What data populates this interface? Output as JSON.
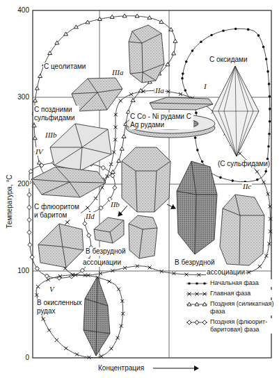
{
  "diagram": {
    "labels": [
      "400",
      "С цеолитами",
      "IIIa",
      "С оксидами",
      "IIa",
      "I",
      "300",
      "С поздними сульфидами",
      "С Co - Ni рудами С Ag рудами",
      "IIIb",
      "IV",
      "(С сульфидами)",
      "200",
      "С флюоритом и баритом",
      "IIb",
      "IIc",
      "IId",
      "В безрудной",
      "В безрудной",
      "ассоциации",
      "ассоциации",
      "100",
      "V",
      "В окисленных рудах",
      "0",
      "Температура, °С",
      "Концентрация"
    ],
    "legend": [
      {
        "text": "Начальная фаза"
      },
      {
        "text": "Главная фаза"
      },
      {
        "text": "Поздняя (силикатная) фаза"
      },
      {
        "text": "Поздняя (флюорит-баритовая) фаза"
      }
    ]
  }
}
